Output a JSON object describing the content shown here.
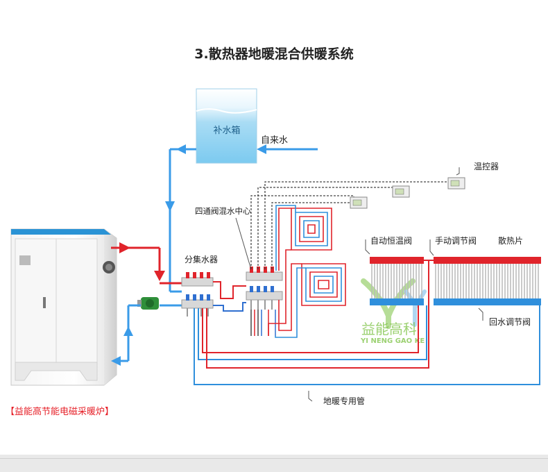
{
  "title": "3.散热器地暖混合供暖系统",
  "labels": {
    "tank": "补水箱",
    "tap_water": "自来水",
    "thermostat": "温控器",
    "four_way_valve": "四通阀混水中心",
    "manifold": "分集水器",
    "auto_valve": "自动恒温阀",
    "manual_valve": "手动调节阀",
    "radiator": "散热片",
    "return_valve": "回水调节阀",
    "floor_pipe": "地暖专用管",
    "boiler": "【益能高节能电磁采暖炉】"
  },
  "watermark": {
    "cn": "益能高科",
    "en": "YI NENG GAO KE"
  },
  "colors": {
    "hot": "#e0242b",
    "cold": "#2f8fdc",
    "blue_arrow": "#3a9be8",
    "tank": "#8fd1f2",
    "boiler_red": "#e62129",
    "watermark": "#7cc243"
  }
}
